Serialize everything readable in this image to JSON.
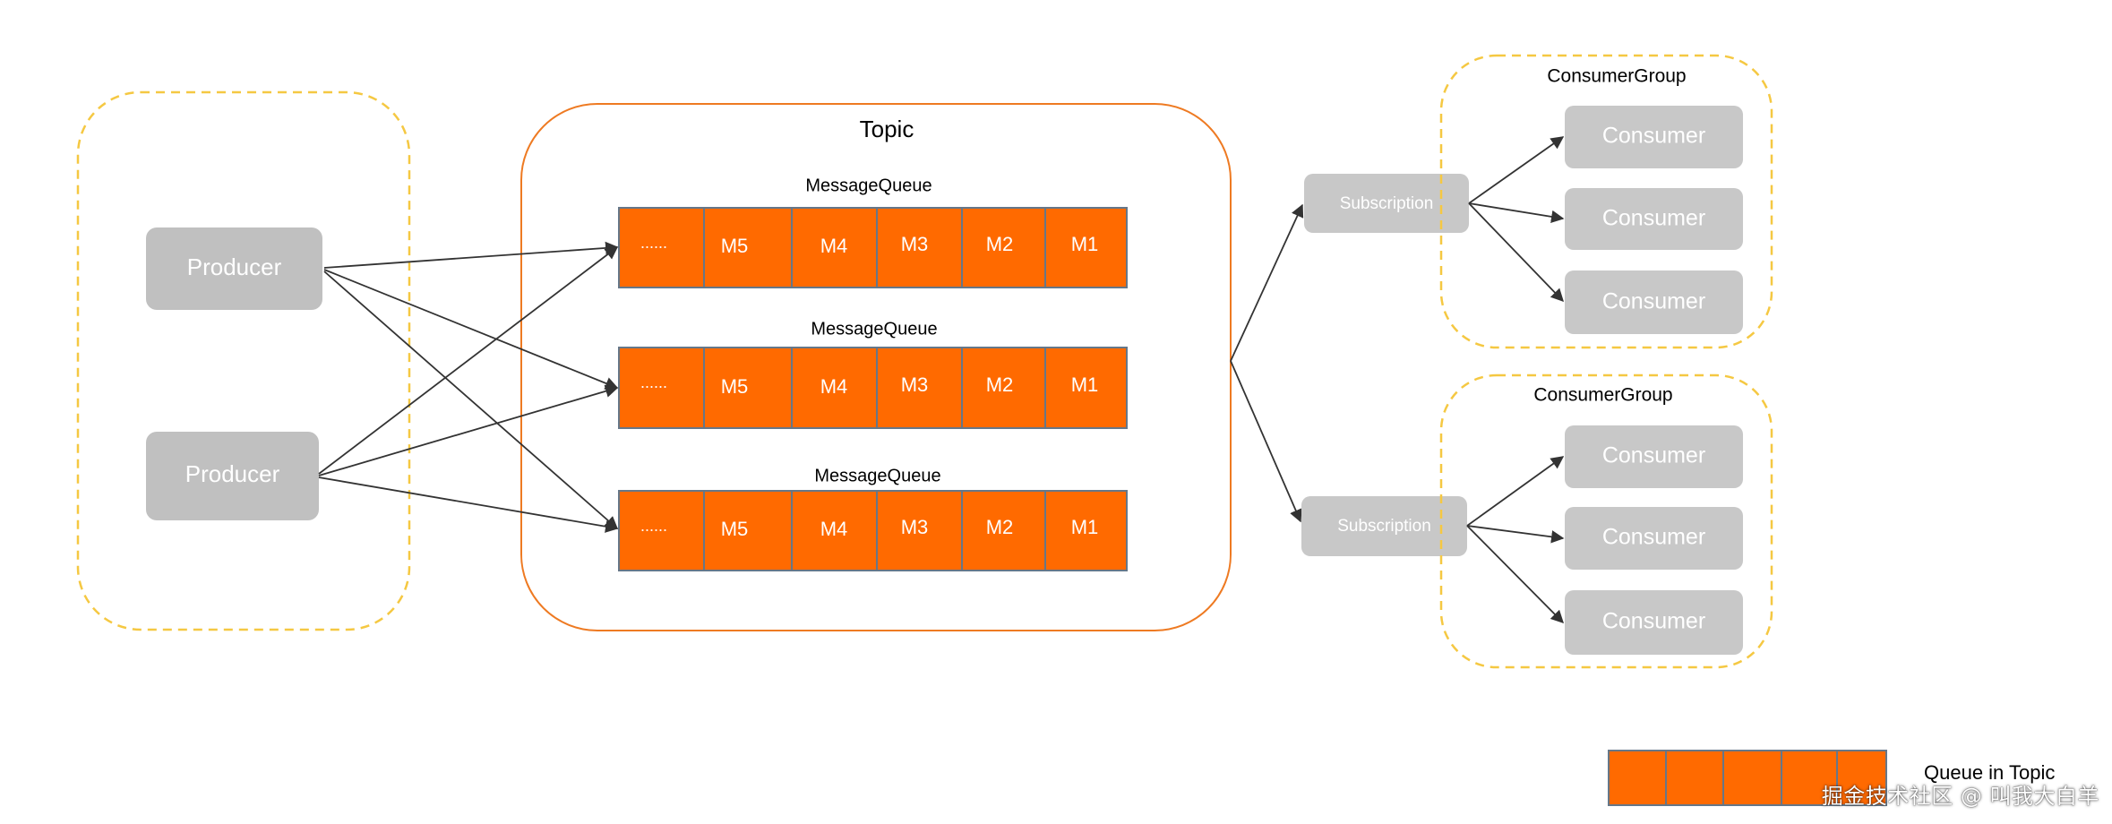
{
  "colors": {
    "producer_box": "#c0c0c0",
    "consumer_box": "#c8c8c8",
    "subscription_box": "#c8c8c8",
    "queue_cell": "#ff6a00",
    "queue_border": "#667788",
    "topic_border": "#ee7a22",
    "group_border": "#f5c842",
    "arrow": "#333333"
  },
  "producers": [
    {
      "label": "Producer"
    },
    {
      "label": "Producer"
    }
  ],
  "topic": {
    "title": "Topic",
    "queues": [
      {
        "title": "MessageQueue",
        "cells": [
          "......",
          "M5",
          "M4",
          "M3",
          "M2",
          "M1"
        ]
      },
      {
        "title": "MessageQueue",
        "cells": [
          "......",
          "M5",
          "M4",
          "M3",
          "M2",
          "M1"
        ]
      },
      {
        "title": "MessageQueue",
        "cells": [
          "......",
          "M5",
          "M4",
          "M3",
          "M2",
          "M1"
        ]
      }
    ]
  },
  "subscriptions": [
    {
      "label": "Subscription"
    },
    {
      "label": "Subscription"
    }
  ],
  "consumer_groups": [
    {
      "title": "ConsumerGroup",
      "consumers": [
        "Consumer",
        "Consumer",
        "Consumer"
      ]
    },
    {
      "title": "ConsumerGroup",
      "consumers": [
        "Consumer",
        "Consumer",
        "Consumer"
      ]
    }
  ],
  "legend": {
    "label": "Queue in Topic",
    "cell_count": 5
  },
  "watermark": "掘金技术社区 @ 叫我大白羊"
}
